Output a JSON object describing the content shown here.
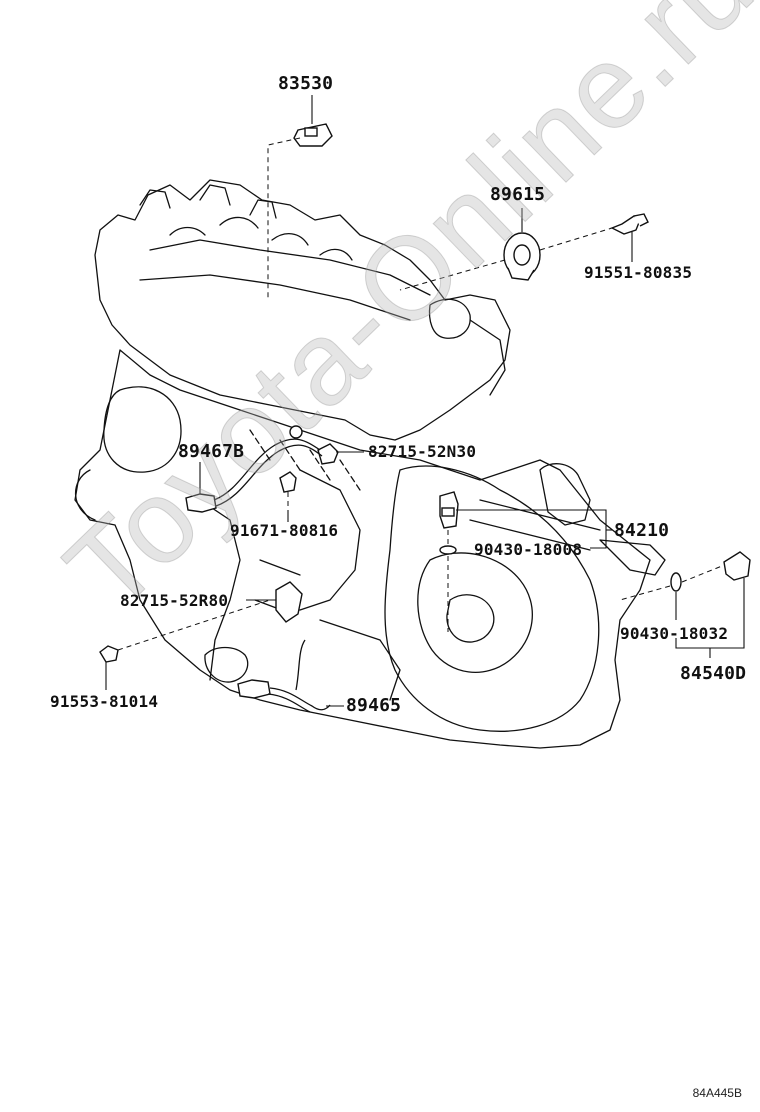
{
  "parts": {
    "p83530": "83530",
    "p89615": "89615",
    "p91551": "91551-80835",
    "p89467b": "89467B",
    "p82715n30": "82715-52N30",
    "p84210": "84210",
    "p91671": "91671-80816",
    "p90430_18008": "90430-18008",
    "p82715r80": "82715-52R80",
    "p90430_18032": "90430-18032",
    "p84540d": "84540D",
    "p91553": "91553-81014",
    "p89465": "89465"
  },
  "diagram_code": "84A445B",
  "watermark": "Toyota-Online.ru"
}
